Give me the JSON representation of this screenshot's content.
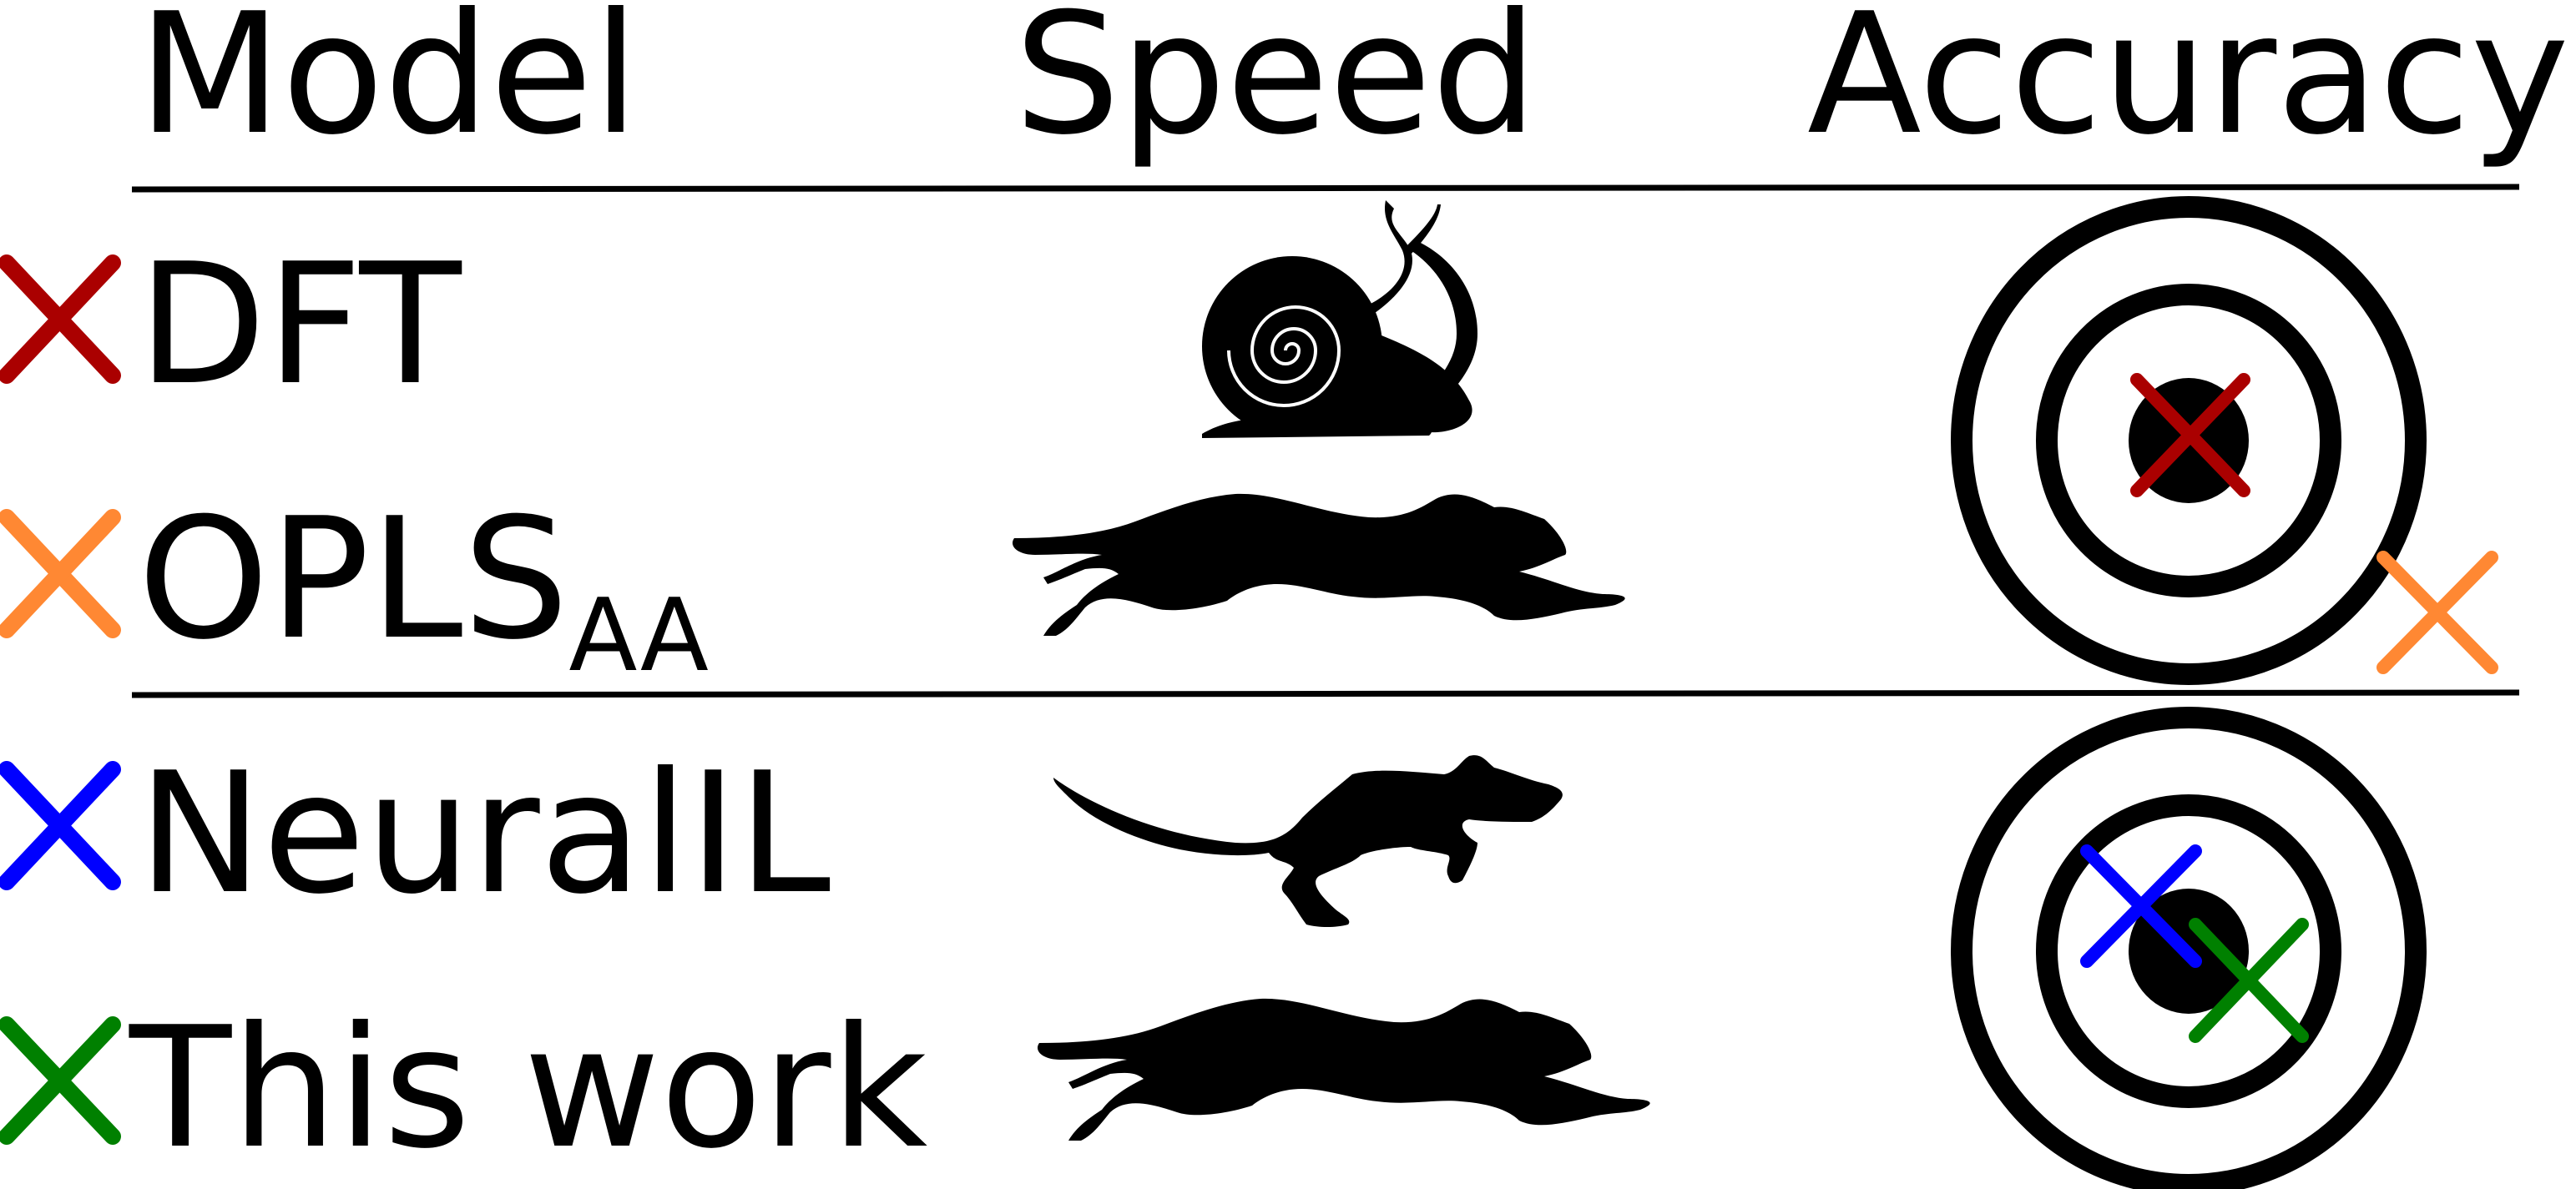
{
  "headers": {
    "model": "Model",
    "speed": "Speed",
    "accuracy": "Accuracy"
  },
  "rows": [
    {
      "label": "DFT",
      "sub": "",
      "color": "#aa0000",
      "speed_icon": "snail-icon"
    },
    {
      "label": "OPLS",
      "sub": "AA",
      "color": "#ff8833",
      "speed_icon": "cheetah-icon"
    },
    {
      "label": "NeuralIL",
      "sub": "",
      "color": "#0000ff",
      "speed_icon": "rat-icon"
    },
    {
      "label": "This work",
      "sub": "",
      "color": "#008000",
      "speed_icon": "cheetah-icon"
    }
  ],
  "targets": [
    {
      "name": "target-top",
      "markers": [
        "DFT",
        "OPLS"
      ]
    },
    {
      "name": "target-bottom",
      "markers": [
        "NeuralIL",
        "This work"
      ]
    }
  ]
}
